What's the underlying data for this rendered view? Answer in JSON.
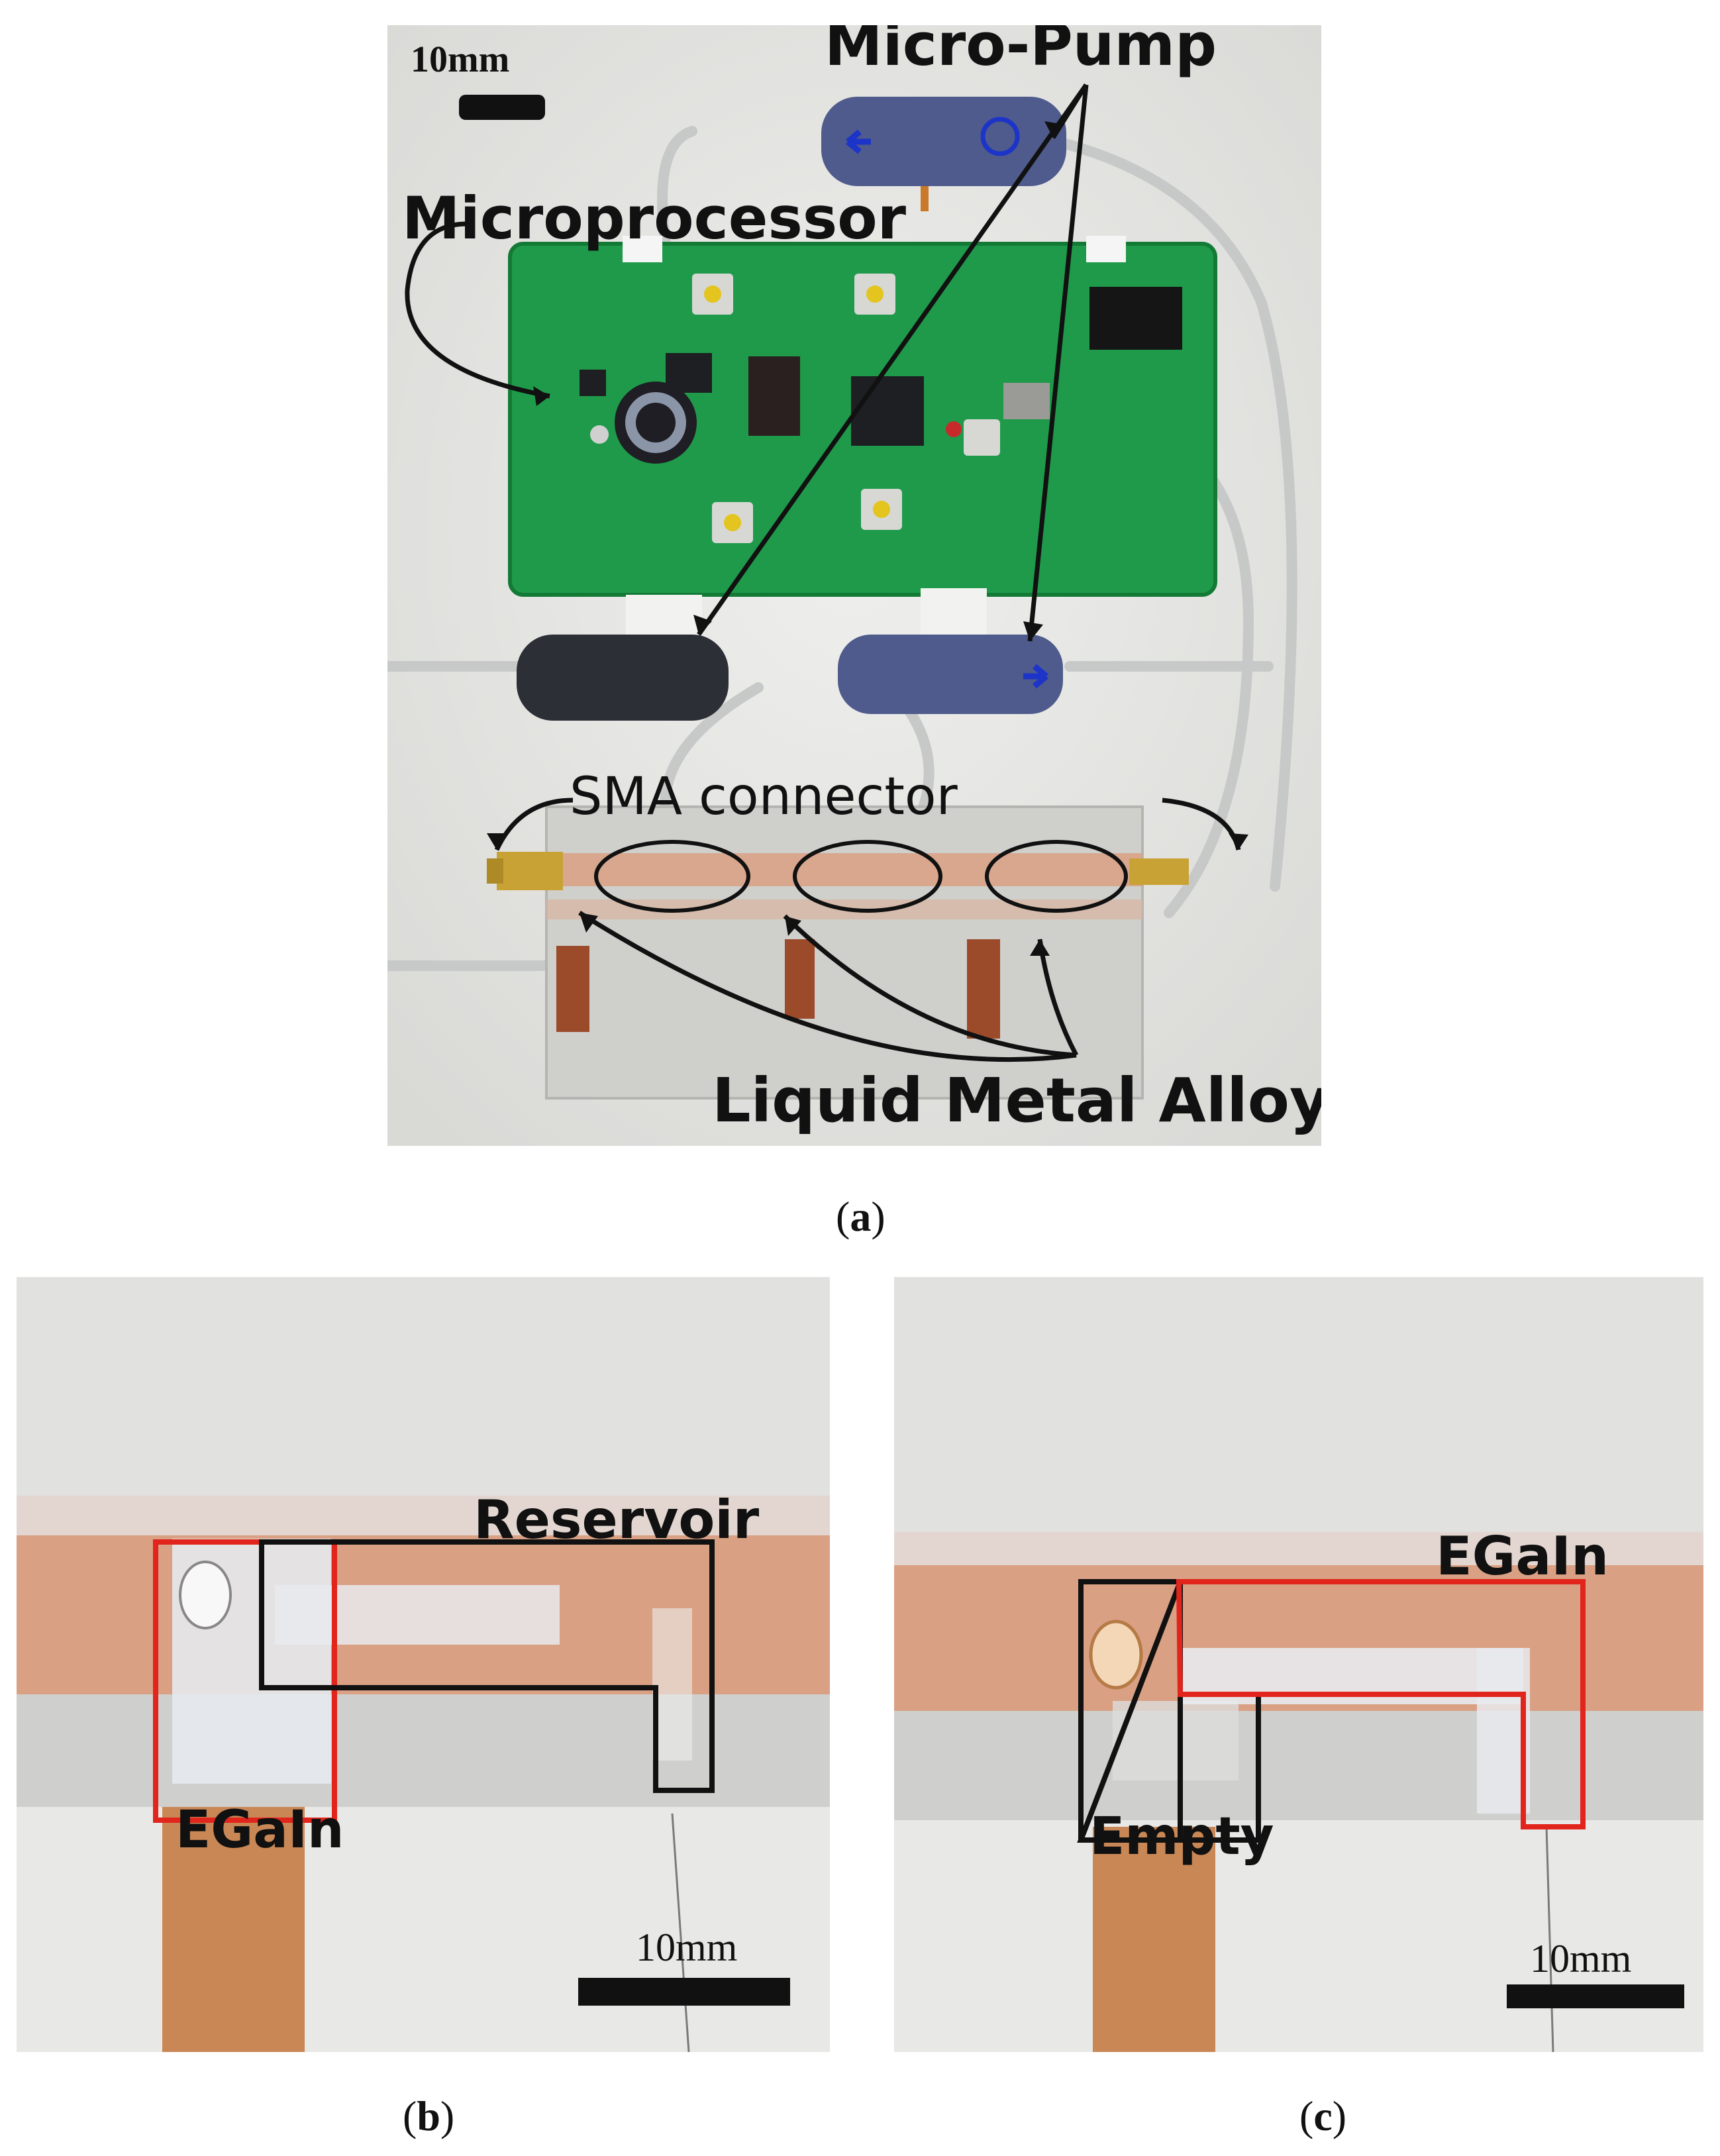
{
  "panel_a": {
    "scale": "10mm",
    "labels": {
      "micro_pump": "Micro-Pump",
      "microprocessor": "Microprocessor",
      "sma_connector": "SMA connector",
      "liquid_metal_alloy": "Liquid Metal Alloy"
    }
  },
  "panel_b": {
    "reservoir": "Reservoir",
    "egain": "EGaIn",
    "scale": "10mm"
  },
  "panel_c": {
    "egain": "EGaIn",
    "empty": "Empty",
    "scale": "10mm"
  },
  "captions": {
    "a": "a",
    "b": "b",
    "c": "c"
  },
  "colors": {
    "pcb": "#1f9a4a",
    "copper": "#d9a083",
    "liquid_metal": "#e6e9ee",
    "pump_blue": "#4f5b8c",
    "pump_black": "#2c2f36",
    "outline_red": "#e1241c",
    "outline_black": "#111111"
  }
}
